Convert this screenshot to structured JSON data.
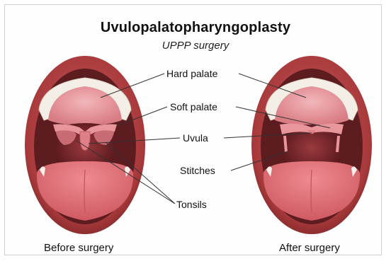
{
  "title": "Uvulopalatopharyngoplasty",
  "subtitle": "UPPP surgery",
  "labels": {
    "hard_palate": "Hard palate",
    "soft_palate": "Soft palate",
    "uvula": "Uvula",
    "stitches": "Stitches",
    "tonsils": "Tonsils"
  },
  "captions": {
    "before": "Before surgery",
    "after": "After surgery"
  },
  "colors": {
    "lip": "#a83a3c",
    "throat": "#7a2a2e",
    "palate": "#e89aa0",
    "tongue": "#e06f76",
    "teeth": "#f4f1ea",
    "leader_line": "#333333"
  }
}
